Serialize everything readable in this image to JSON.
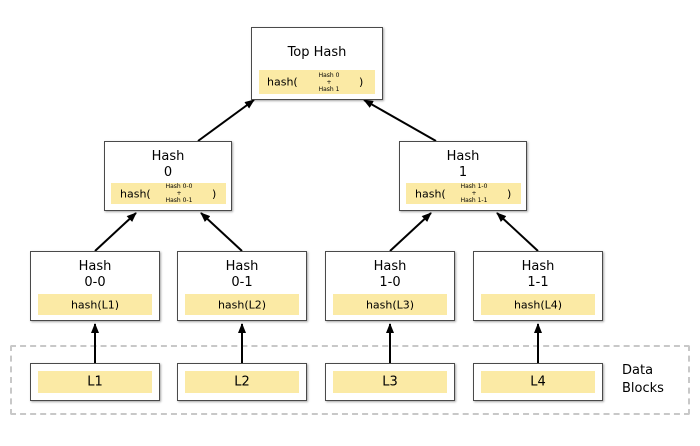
{
  "top": {
    "title": "Top Hash",
    "fn": "hash(",
    "in1": "Hash 0",
    "plus": "+",
    "in2": "Hash 1",
    "close": ")"
  },
  "mid": [
    {
      "title1": "Hash",
      "title2": "0",
      "fn": "hash(",
      "in1": "Hash 0-0",
      "plus": "+",
      "in2": "Hash 0-1",
      "close": ")"
    },
    {
      "title1": "Hash",
      "title2": "1",
      "fn": "hash(",
      "in1": "Hash 1-0",
      "plus": "+",
      "in2": "Hash 1-1",
      "close": ")"
    }
  ],
  "leaves": [
    {
      "title1": "Hash",
      "title2": "0-0",
      "fn": "hash(L1)"
    },
    {
      "title1": "Hash",
      "title2": "0-1",
      "fn": "hash(L2)"
    },
    {
      "title1": "Hash",
      "title2": "1-0",
      "fn": "hash(L3)"
    },
    {
      "title1": "Hash",
      "title2": "1-1",
      "fn": "hash(L4)"
    }
  ],
  "blocks": [
    "L1",
    "L2",
    "L3",
    "L4"
  ],
  "data_label_line1": "Data",
  "data_label_line2": "Blocks",
  "colors": {
    "highlight": "#fbeaa5",
    "border": "#4a4a4a",
    "dashed": "#c8c8c8"
  }
}
